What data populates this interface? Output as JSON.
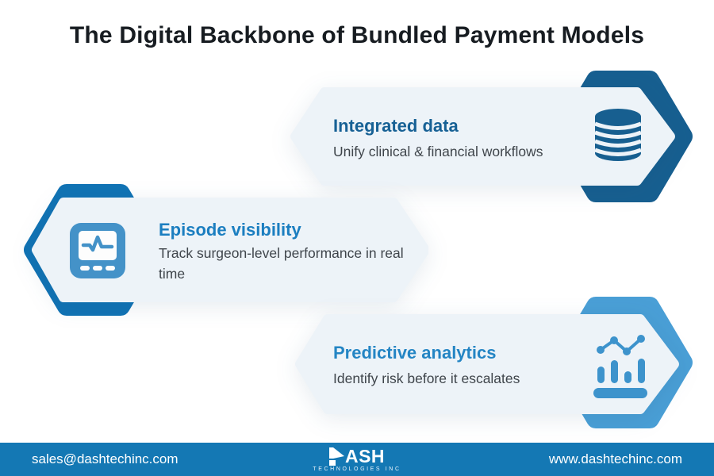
{
  "title": "The Digital Backbone of Bundled Payment Models",
  "cards": [
    {
      "id": "integrated-data",
      "title": "Integrated data",
      "subtitle": "Unify clinical & financial workflows",
      "icon": "database-icon",
      "arrow_direction": "right",
      "accent_color": "#176195",
      "hexagon_color": "#175f90",
      "icon_color": "#175f90"
    },
    {
      "id": "episode-visibility",
      "title": "Episode visibility",
      "subtitle": "Track surgeon-level performance in real time",
      "icon": "monitor-pulse-icon",
      "arrow_direction": "left",
      "accent_color": "#1b7ec0",
      "hexagon_color": "#1173b4",
      "icon_color": "#4492c8"
    },
    {
      "id": "predictive-analytics",
      "title": "Predictive analytics",
      "subtitle": "Identify risk before it escalates",
      "icon": "bar-chart-trend-icon",
      "arrow_direction": "right",
      "accent_color": "#2485c4",
      "hexagon_color": "#4a9fd6",
      "icon_color": "#3d93cc"
    }
  ],
  "footer": {
    "email": "sales@dashtechinc.com",
    "website": "www.dashtechinc.com",
    "logo": {
      "name": "DASH",
      "name_after_mark": "ASH",
      "tagline": "TECHNOLOGIES INC"
    }
  },
  "colors": {
    "page_background": "#ffffff",
    "card_background": "#edf3f8",
    "title_color": "#171c21",
    "subtitle_color": "#3f454b",
    "footer_background": "#1478b4",
    "footer_text": "#ffffff"
  }
}
